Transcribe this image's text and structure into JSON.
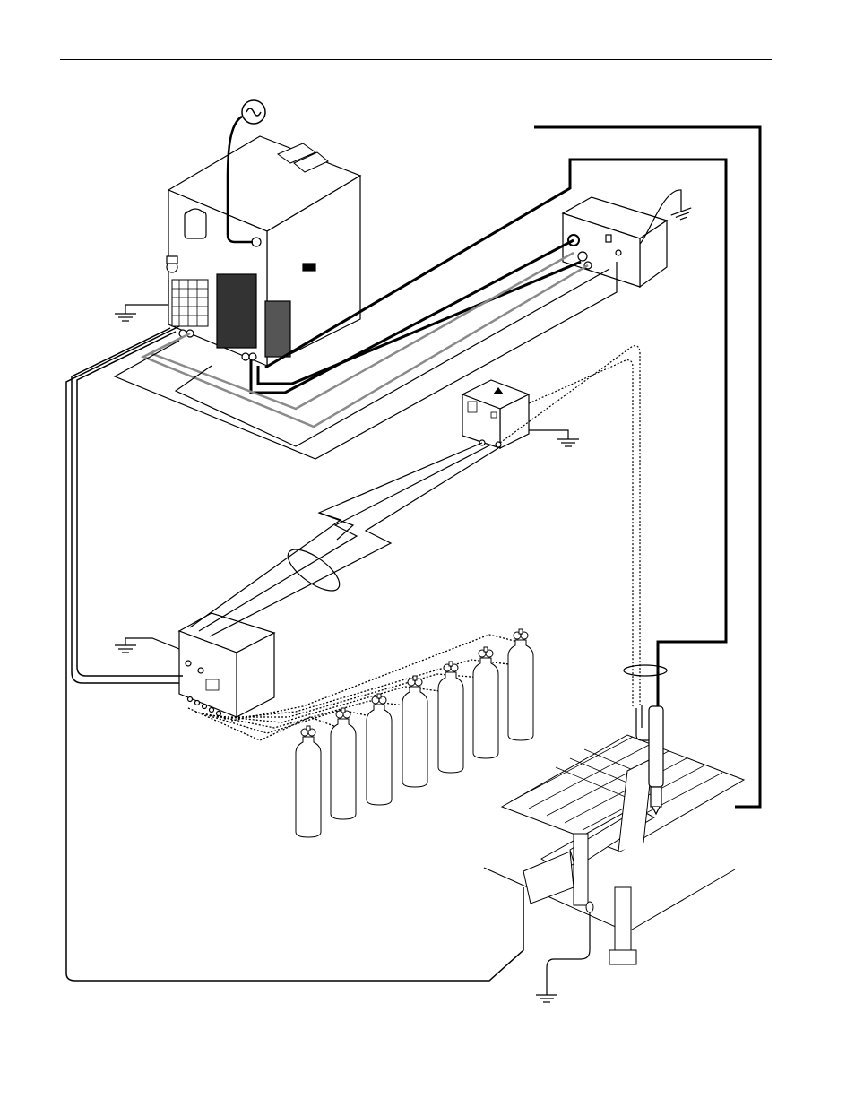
{
  "document": {
    "header_rule": true,
    "footer_rule": true
  },
  "diagram": {
    "components": [
      {
        "name": "power-supply",
        "icon": "power-supply-cabinet-icon"
      },
      {
        "name": "ignition-console",
        "icon": "rhf-console-icon"
      },
      {
        "name": "selection-console",
        "icon": "selection-console-icon"
      },
      {
        "name": "metering-console",
        "icon": "metering-console-icon"
      },
      {
        "name": "torch",
        "icon": "plasma-torch-icon"
      },
      {
        "name": "cutting-table",
        "icon": "cutting-table-icon"
      },
      {
        "name": "gas-supply-cylinders",
        "icon": "gas-cylinder-icon",
        "count": 7
      }
    ],
    "symbols": [
      "ac-power-source-icon",
      "ground-symbol-icon"
    ],
    "colors": {
      "line": "#000000",
      "coolant_hose": "#8a8a8a",
      "fill": "#ffffff"
    }
  }
}
